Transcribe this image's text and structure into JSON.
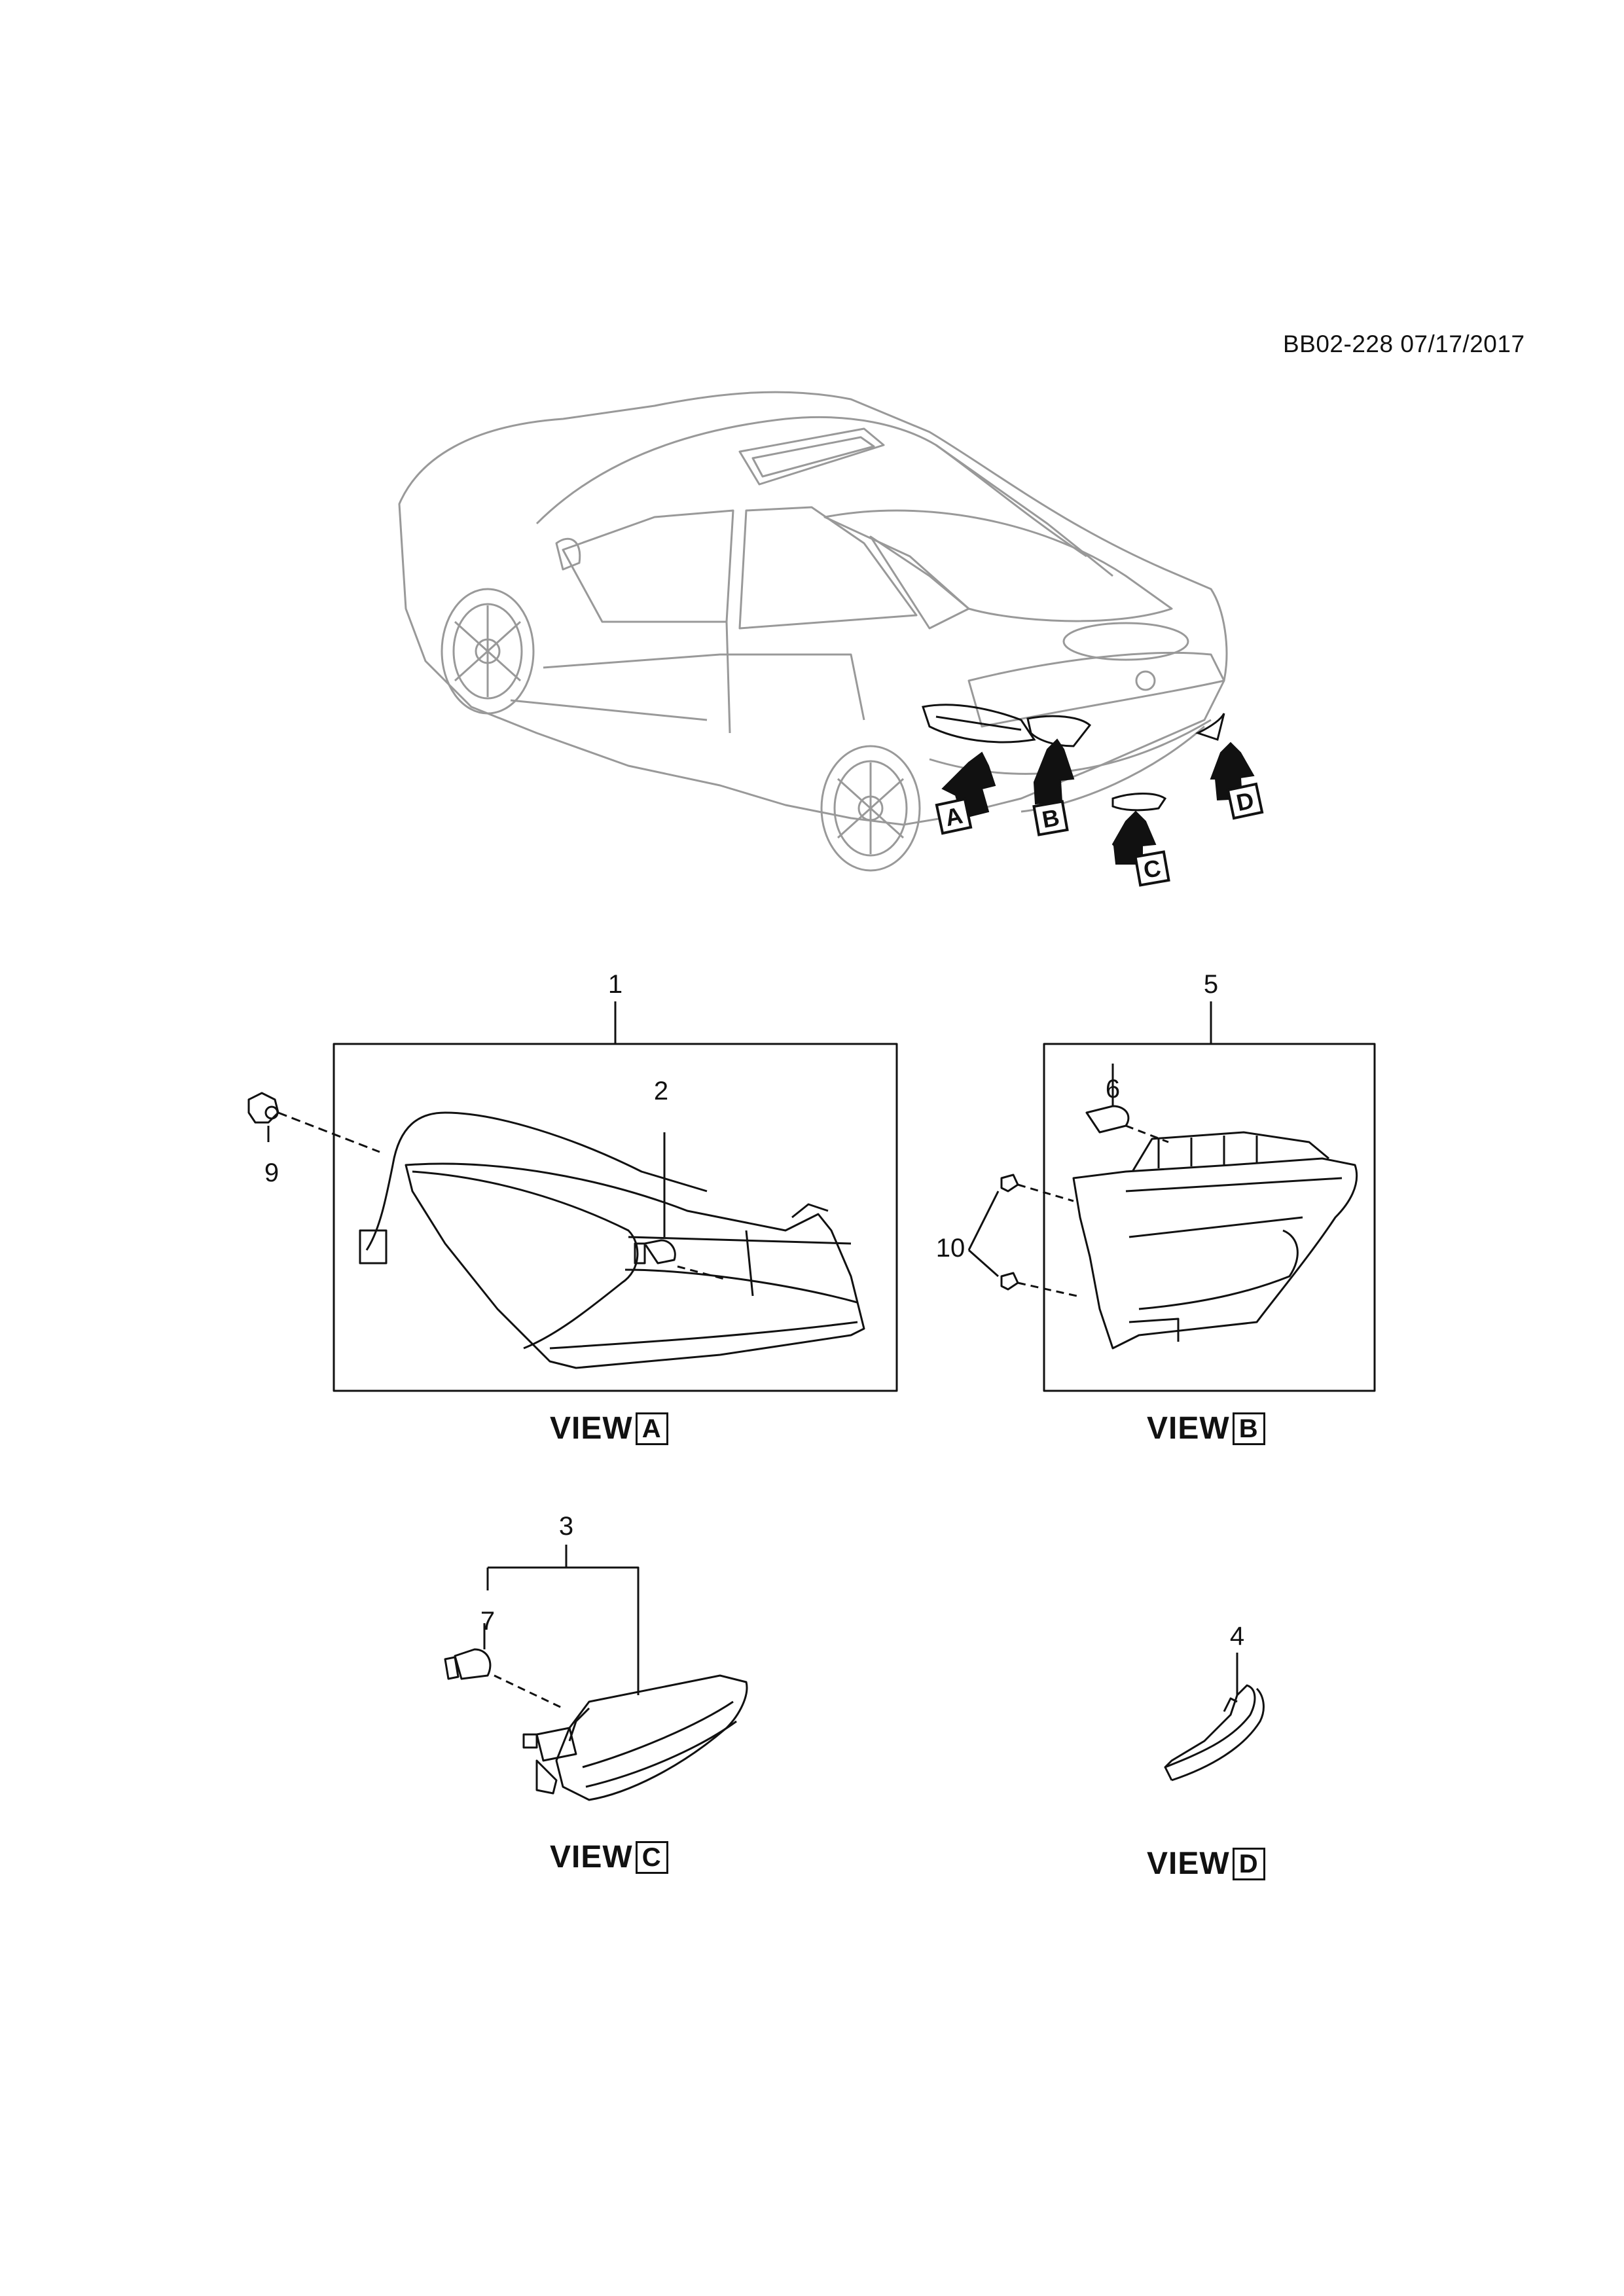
{
  "document": {
    "id_text": "BB02-228 07/17/2017"
  },
  "vehicle_overview": {
    "arrow_labels": [
      "A",
      "B",
      "C",
      "D"
    ]
  },
  "callouts": {
    "c1": "1",
    "c2": "2",
    "c3": "3",
    "c4": "4",
    "c5": "5",
    "c6": "6",
    "c7": "7",
    "c9": "9",
    "c10": "10"
  },
  "views": {
    "a": {
      "word": "VIEW",
      "letter": "A"
    },
    "b": {
      "word": "VIEW",
      "letter": "B"
    },
    "c": {
      "word": "VIEW",
      "letter": "C"
    },
    "d": {
      "word": "VIEW",
      "letter": "D"
    }
  },
  "colors": {
    "line": "#111111",
    "car_line": "#999999",
    "arrow_fill": "#111111"
  }
}
